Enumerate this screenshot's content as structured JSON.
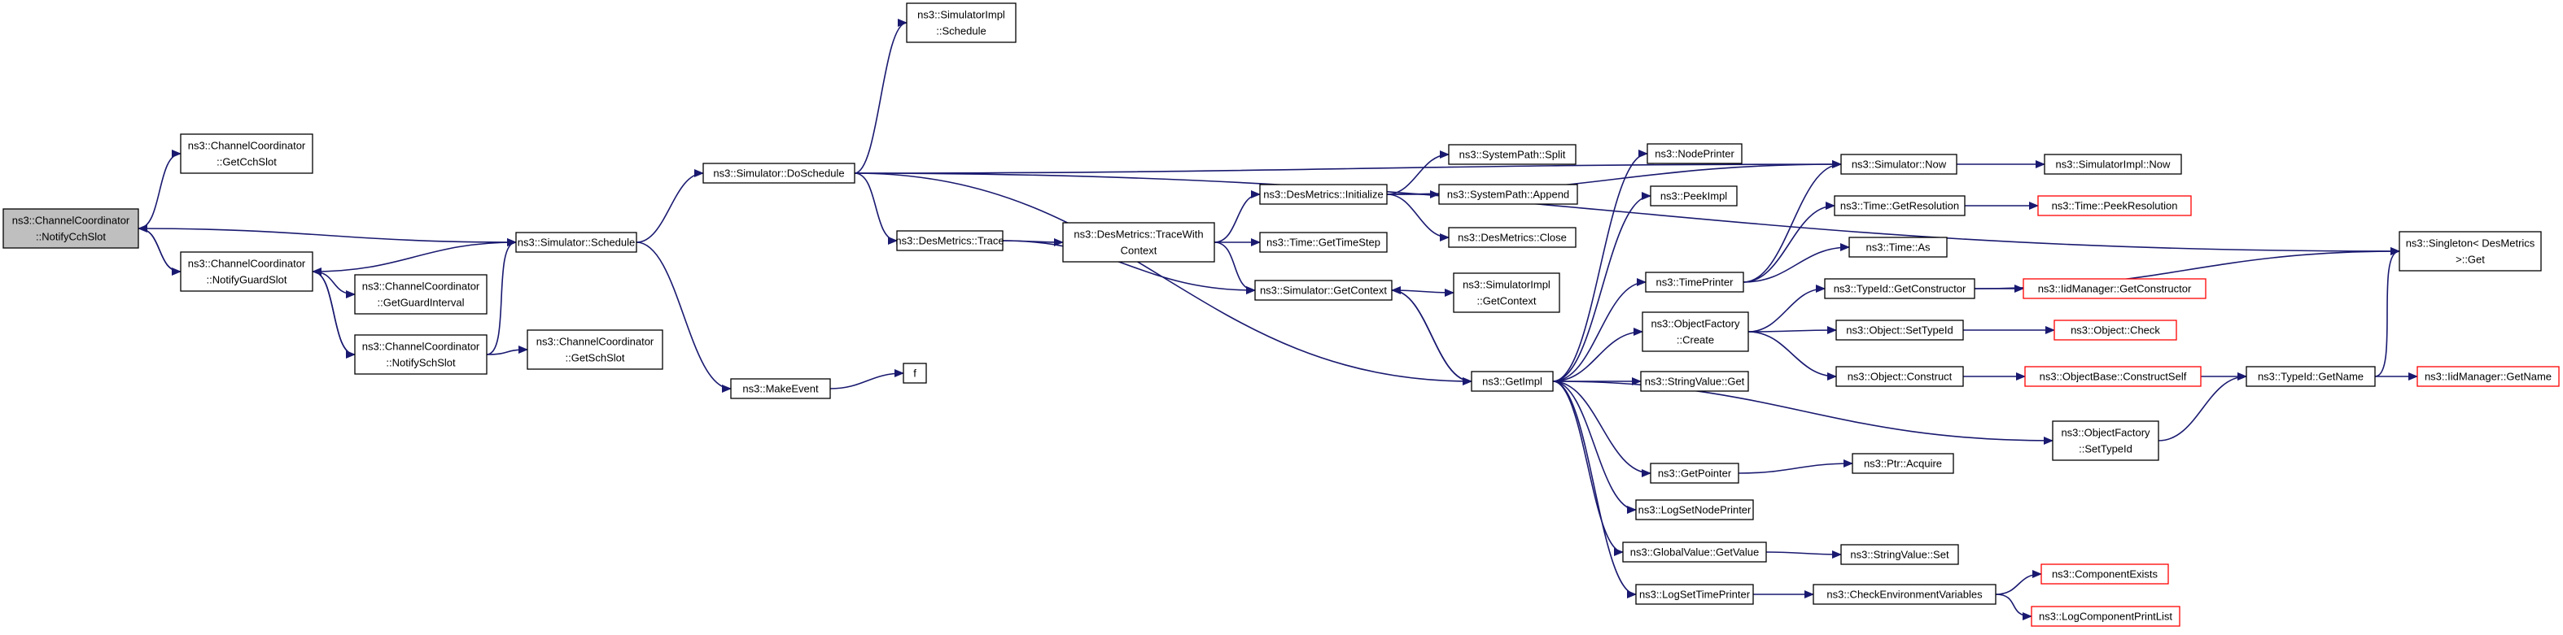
{
  "colors": {
    "edge": "#191970",
    "node_border": "#000000",
    "truncated_border": "#ff0000",
    "root_fill": "#bfbfbf",
    "node_fill": "#ffffff"
  },
  "nodes": [
    {
      "id": "notifyCch",
      "lines": [
        "ns3::ChannelCoordinator",
        "::NotifyCchSlot"
      ],
      "style": "root"
    },
    {
      "id": "getCch",
      "lines": [
        "ns3::ChannelCoordinator",
        "::GetCchSlot"
      ],
      "style": "normal"
    },
    {
      "id": "notifyGuard",
      "lines": [
        "ns3::ChannelCoordinator",
        "::NotifyGuardSlot"
      ],
      "style": "normal"
    },
    {
      "id": "getGuardInt",
      "lines": [
        "ns3::ChannelCoordinator",
        "::GetGuardInterval"
      ],
      "style": "normal"
    },
    {
      "id": "notifySch",
      "lines": [
        "ns3::ChannelCoordinator",
        "::NotifySchSlot"
      ],
      "style": "normal"
    },
    {
      "id": "getSch",
      "lines": [
        "ns3::ChannelCoordinator",
        "::GetSchSlot"
      ],
      "style": "normal"
    },
    {
      "id": "schedule",
      "lines": [
        "ns3::Simulator::Schedule"
      ],
      "style": "normal"
    },
    {
      "id": "doSchedule",
      "lines": [
        "ns3::Simulator::DoSchedule"
      ],
      "style": "normal"
    },
    {
      "id": "simImplSchedule",
      "lines": [
        "ns3::SimulatorImpl",
        "::Schedule"
      ],
      "style": "normal"
    },
    {
      "id": "makeEvent",
      "lines": [
        "ns3::MakeEvent"
      ],
      "style": "normal"
    },
    {
      "id": "f",
      "lines": [
        "f"
      ],
      "style": "normal"
    },
    {
      "id": "desTrace",
      "lines": [
        "ns3::DesMetrics::Trace"
      ],
      "style": "normal"
    },
    {
      "id": "traceWith",
      "lines": [
        "ns3::DesMetrics::TraceWith",
        "Context"
      ],
      "style": "normal"
    },
    {
      "id": "desInit",
      "lines": [
        "ns3::DesMetrics::Initialize"
      ],
      "style": "normal"
    },
    {
      "id": "sysSplit",
      "lines": [
        "ns3::SystemPath::Split"
      ],
      "style": "normal"
    },
    {
      "id": "sysAppend",
      "lines": [
        "ns3::SystemPath::Append"
      ],
      "style": "normal"
    },
    {
      "id": "desClose",
      "lines": [
        "ns3::DesMetrics::Close"
      ],
      "style": "normal"
    },
    {
      "id": "timeStep",
      "lines": [
        "ns3::Time::GetTimeStep"
      ],
      "style": "normal"
    },
    {
      "id": "simGetContext",
      "lines": [
        "ns3::Simulator::GetContext"
      ],
      "style": "normal"
    },
    {
      "id": "implGetContext",
      "lines": [
        "ns3::SimulatorImpl",
        "::GetContext"
      ],
      "style": "normal"
    },
    {
      "id": "getImpl",
      "lines": [
        "ns3::GetImpl"
      ],
      "style": "normal"
    },
    {
      "id": "nodePrinter",
      "lines": [
        "ns3::NodePrinter"
      ],
      "style": "normal"
    },
    {
      "id": "peekImpl",
      "lines": [
        "ns3::PeekImpl"
      ],
      "style": "normal"
    },
    {
      "id": "timePrinter",
      "lines": [
        "ns3::TimePrinter"
      ],
      "style": "normal"
    },
    {
      "id": "objFactCreate",
      "lines": [
        "ns3::ObjectFactory",
        "::Create"
      ],
      "style": "normal"
    },
    {
      "id": "strValGet",
      "lines": [
        "ns3::StringValue::Get"
      ],
      "style": "normal"
    },
    {
      "id": "objFactSetTypeId",
      "lines": [
        "ns3::ObjectFactory",
        "::SetTypeId"
      ],
      "style": "normal"
    },
    {
      "id": "getPointer",
      "lines": [
        "ns3::GetPointer"
      ],
      "style": "normal"
    },
    {
      "id": "logSetNode",
      "lines": [
        "ns3::LogSetNodePrinter"
      ],
      "style": "normal"
    },
    {
      "id": "globalGetValue",
      "lines": [
        "ns3::GlobalValue::GetValue"
      ],
      "style": "normal"
    },
    {
      "id": "logSetTime",
      "lines": [
        "ns3::LogSetTimePrinter"
      ],
      "style": "normal"
    },
    {
      "id": "simNow",
      "lines": [
        "ns3::Simulator::Now"
      ],
      "style": "normal"
    },
    {
      "id": "implNow",
      "lines": [
        "ns3::SimulatorImpl::Now"
      ],
      "style": "normal"
    },
    {
      "id": "getRes",
      "lines": [
        "ns3::Time::GetResolution"
      ],
      "style": "normal"
    },
    {
      "id": "peekRes",
      "lines": [
        "ns3::Time::PeekResolution"
      ],
      "style": "truncated"
    },
    {
      "id": "timeAs",
      "lines": [
        "ns3::Time::As"
      ],
      "style": "normal"
    },
    {
      "id": "typeIdGetCtor",
      "lines": [
        "ns3::TypeId::GetConstructor"
      ],
      "style": "normal"
    },
    {
      "id": "iidGetCtor",
      "lines": [
        "ns3::IidManager::GetConstructor"
      ],
      "style": "truncated"
    },
    {
      "id": "objSetTypeId",
      "lines": [
        "ns3::Object::SetTypeId"
      ],
      "style": "normal"
    },
    {
      "id": "objCheck",
      "lines": [
        "ns3::Object::Check"
      ],
      "style": "truncated"
    },
    {
      "id": "objConstruct",
      "lines": [
        "ns3::Object::Construct"
      ],
      "style": "normal"
    },
    {
      "id": "objBaseCS",
      "lines": [
        "ns3::ObjectBase::ConstructSelf"
      ],
      "style": "truncated"
    },
    {
      "id": "typeIdGetName",
      "lines": [
        "ns3::TypeId::GetName"
      ],
      "style": "normal"
    },
    {
      "id": "iidGetName",
      "lines": [
        "ns3::IidManager::GetName"
      ],
      "style": "truncated"
    },
    {
      "id": "singletonGet",
      "lines": [
        "ns3::Singleton< DesMetrics",
        " >::Get"
      ],
      "style": "normal"
    },
    {
      "id": "ptrAcquire",
      "lines": [
        "ns3::Ptr::Acquire"
      ],
      "style": "normal"
    },
    {
      "id": "strValSet",
      "lines": [
        "ns3::StringValue::Set"
      ],
      "style": "normal"
    },
    {
      "id": "checkEnv",
      "lines": [
        "ns3::CheckEnvironmentVariables"
      ],
      "style": "normal"
    },
    {
      "id": "compExists",
      "lines": [
        "ns3::ComponentExists"
      ],
      "style": "truncated"
    },
    {
      "id": "logCompPrint",
      "lines": [
        "ns3::LogComponentPrintList"
      ],
      "style": "truncated"
    }
  ],
  "edges": [
    [
      "notifyCch",
      "getCch"
    ],
    [
      "notifyCch",
      "notifyGuard"
    ],
    [
      "notifyCch",
      "schedule"
    ],
    [
      "notifyGuard",
      "notifyCch"
    ],
    [
      "notifyGuard",
      "getGuardInt"
    ],
    [
      "notifyGuard",
      "notifySch"
    ],
    [
      "notifyGuard",
      "schedule"
    ],
    [
      "notifySch",
      "notifyGuard"
    ],
    [
      "notifySch",
      "getSch"
    ],
    [
      "notifySch",
      "schedule"
    ],
    [
      "schedule",
      "doSchedule"
    ],
    [
      "schedule",
      "makeEvent"
    ],
    [
      "makeEvent",
      "f"
    ],
    [
      "doSchedule",
      "simImplSchedule"
    ],
    [
      "doSchedule",
      "simNow"
    ],
    [
      "doSchedule",
      "singletonGet"
    ],
    [
      "doSchedule",
      "desTrace"
    ],
    [
      "doSchedule",
      "getImpl"
    ],
    [
      "desTrace",
      "traceWith"
    ],
    [
      "desTrace",
      "simGetContext"
    ],
    [
      "traceWith",
      "desInit"
    ],
    [
      "traceWith",
      "timeStep"
    ],
    [
      "traceWith",
      "simGetContext"
    ],
    [
      "desInit",
      "sysSplit"
    ],
    [
      "desInit",
      "sysAppend"
    ],
    [
      "desInit",
      "desClose"
    ],
    [
      "desInit",
      "simNow"
    ],
    [
      "simGetContext",
      "implGetContext"
    ],
    [
      "simGetContext",
      "getImpl"
    ],
    [
      "getImpl",
      "simGetContext"
    ],
    [
      "getImpl",
      "nodePrinter"
    ],
    [
      "getImpl",
      "peekImpl"
    ],
    [
      "getImpl",
      "timePrinter"
    ],
    [
      "getImpl",
      "objFactCreate"
    ],
    [
      "getImpl",
      "strValGet"
    ],
    [
      "getImpl",
      "objFactSetTypeId"
    ],
    [
      "getImpl",
      "getPointer"
    ],
    [
      "getImpl",
      "logSetNode"
    ],
    [
      "getImpl",
      "globalGetValue"
    ],
    [
      "getImpl",
      "logSetTime"
    ],
    [
      "timePrinter",
      "simNow"
    ],
    [
      "timePrinter",
      "getRes"
    ],
    [
      "timePrinter",
      "timeAs"
    ],
    [
      "simNow",
      "implNow"
    ],
    [
      "getRes",
      "peekRes"
    ],
    [
      "objFactCreate",
      "typeIdGetCtor"
    ],
    [
      "objFactCreate",
      "objSetTypeId"
    ],
    [
      "objFactCreate",
      "objConstruct"
    ],
    [
      "typeIdGetCtor",
      "iidGetCtor"
    ],
    [
      "typeIdGetCtor",
      "singletonGet"
    ],
    [
      "objSetTypeId",
      "objCheck"
    ],
    [
      "objConstruct",
      "objBaseCS"
    ],
    [
      "objBaseCS",
      "typeIdGetName"
    ],
    [
      "objFactSetTypeId",
      "typeIdGetName"
    ],
    [
      "typeIdGetName",
      "iidGetName"
    ],
    [
      "typeIdGetName",
      "singletonGet"
    ],
    [
      "getPointer",
      "ptrAcquire"
    ],
    [
      "globalGetValue",
      "strValSet"
    ],
    [
      "logSetTime",
      "checkEnv"
    ],
    [
      "checkEnv",
      "compExists"
    ],
    [
      "checkEnv",
      "logCompPrint"
    ]
  ]
}
